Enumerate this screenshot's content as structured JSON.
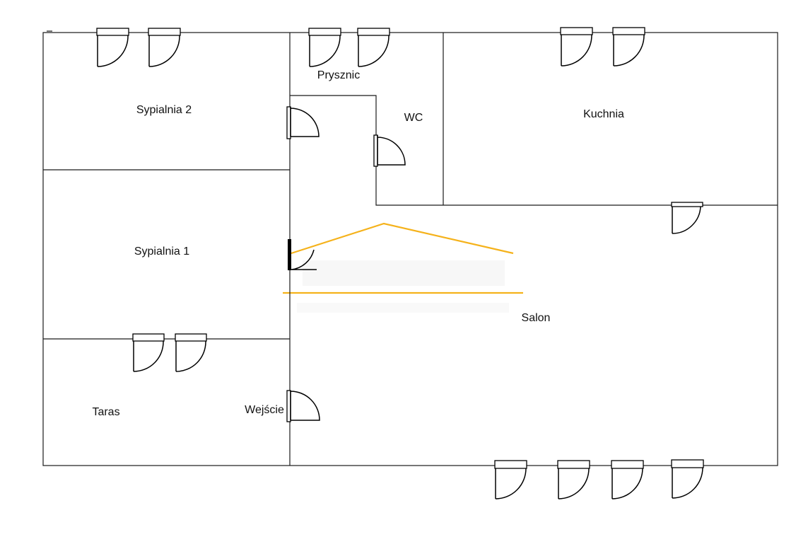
{
  "rooms": {
    "sypialnia2": "Sypialnia 2",
    "sypialnia1": "Sypialnia 1",
    "taras": "Taras",
    "wejscie": "Wejście",
    "prysznic": "Prysznic",
    "wc": "WC",
    "kuchnia": "Kuchnia",
    "salon": "Salon"
  },
  "colors": {
    "walls": "#1a1a1a",
    "watermark_accent": "#f5b21b"
  },
  "icons": [
    "door-icon",
    "watermark-logo"
  ]
}
